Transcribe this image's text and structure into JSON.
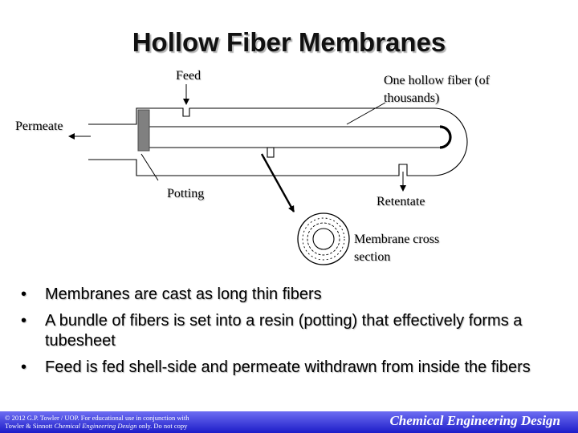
{
  "title": "Hollow Fiber Membranes",
  "diagram": {
    "labels": {
      "feed": "Feed",
      "one_fiber_line1": "One hollow fiber (of",
      "one_fiber_line2": "thousands)",
      "permeate": "Permeate",
      "potting": "Potting",
      "retentate": "Retentate",
      "cross_section_line1": "Membrane cross",
      "cross_section_line2": "section"
    }
  },
  "bullets": [
    "Membranes are cast as long thin fibers",
    "A bundle of fibers is set into a resin (potting) that effectively forms a tubesheet",
    "Feed is fed shell-side and permeate withdrawn from inside the fibers"
  ],
  "footer": {
    "note_line1": "© 2012 G.P. Towler / UOP. For educational use in conjunction with",
    "note_line2_a": "Towler & Sinnott ",
    "note_line2_book": "Chemical Engineering Design",
    "note_line2_b": " only. Do not copy",
    "brand": "Chemical Engineering Design"
  },
  "colors": {
    "footer_top": "#6d6df2",
    "footer_bottom": "#1c1cc8",
    "potting": "#808080"
  }
}
